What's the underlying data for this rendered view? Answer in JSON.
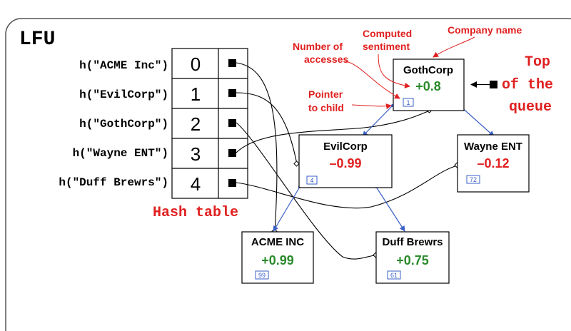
{
  "title": "LFU",
  "hash_table": {
    "label": "Hash table",
    "rows": [
      {
        "key": "h(\"ACME Inc\")",
        "index": "0"
      },
      {
        "key": "h(\"EvilCorp\")",
        "index": "1"
      },
      {
        "key": "h(\"GothCorp\")",
        "index": "2"
      },
      {
        "key": "h(\"Wayne ENT\")",
        "index": "3"
      },
      {
        "key": "h(\"Duff Brewrs\")",
        "index": "4"
      }
    ]
  },
  "nodes": [
    {
      "id": "gothcorp",
      "name": "GothCorp",
      "sentiment": "+0.8",
      "accesses": "1"
    },
    {
      "id": "evilcorp",
      "name": "EvilCorp",
      "sentiment": "–0.99",
      "accesses": "4"
    },
    {
      "id": "wayne",
      "name": "Wayne ENT",
      "sentiment": "–0.12",
      "accesses": "72"
    },
    {
      "id": "acme",
      "name": "ACME INC",
      "sentiment": "+0.99",
      "accesses": "99"
    },
    {
      "id": "duff",
      "name": "Duff Brewrs",
      "sentiment": "+0.75",
      "accesses": "61"
    }
  ],
  "annotations": {
    "company_name": "Company name",
    "computed_sentiment_1": "Computed",
    "computed_sentiment_2": "sentiment",
    "number_of_accesses_1": "Number of",
    "number_of_accesses_2": "accesses",
    "pointer_to_child_1": "Pointer",
    "pointer_to_child_2": "to child",
    "top_of_queue_1": "Top",
    "top_of_queue_2": "of the",
    "top_of_queue_3": "queue"
  },
  "colors": {
    "annotation_red": "#e02020",
    "positive_green": "#2a8a2a",
    "negative_red": "#e02020",
    "tree_edge_blue": "#3a5fc8",
    "frame_gray": "#555555"
  }
}
